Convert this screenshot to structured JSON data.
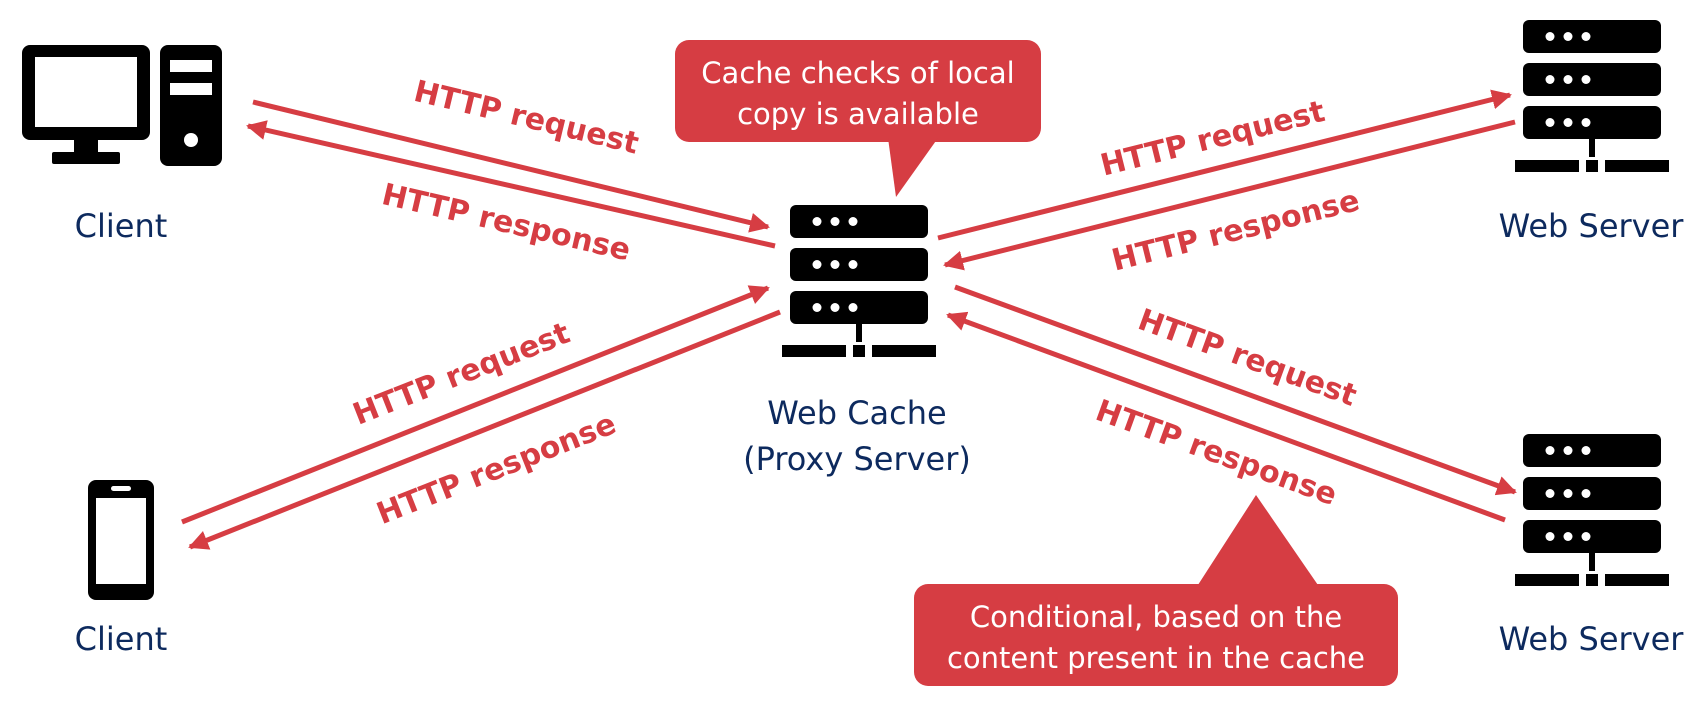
{
  "nodes": {
    "client_top": "Client",
    "client_bottom": "Client",
    "web_cache": [
      "Web Cache",
      "(Proxy Server)"
    ],
    "web_server_top": "Web Server",
    "web_server_bottom": "Web Server"
  },
  "edges": {
    "client_top_request": "HTTP request",
    "client_top_response": "HTTP response",
    "client_bottom_request": "HTTP request",
    "client_bottom_response": "HTTP response",
    "server_top_request": "HTTP request",
    "server_top_response": "HTTP response",
    "server_bottom_request": "HTTP request",
    "server_bottom_response": "HTTP response"
  },
  "callouts": {
    "cache_check": [
      "Cache checks of local",
      "copy is available"
    ],
    "conditional": [
      "Conditional, based on the",
      "content present in the cache"
    ]
  },
  "colors": {
    "arrow": "#d63d43",
    "callout_fill": "#d63d43",
    "label_text": "#0d2a5e",
    "icon": "#000000"
  },
  "icons": {
    "desktop": "desktop-computer-icon",
    "phone": "smartphone-icon",
    "server": "server-rack-icon"
  }
}
